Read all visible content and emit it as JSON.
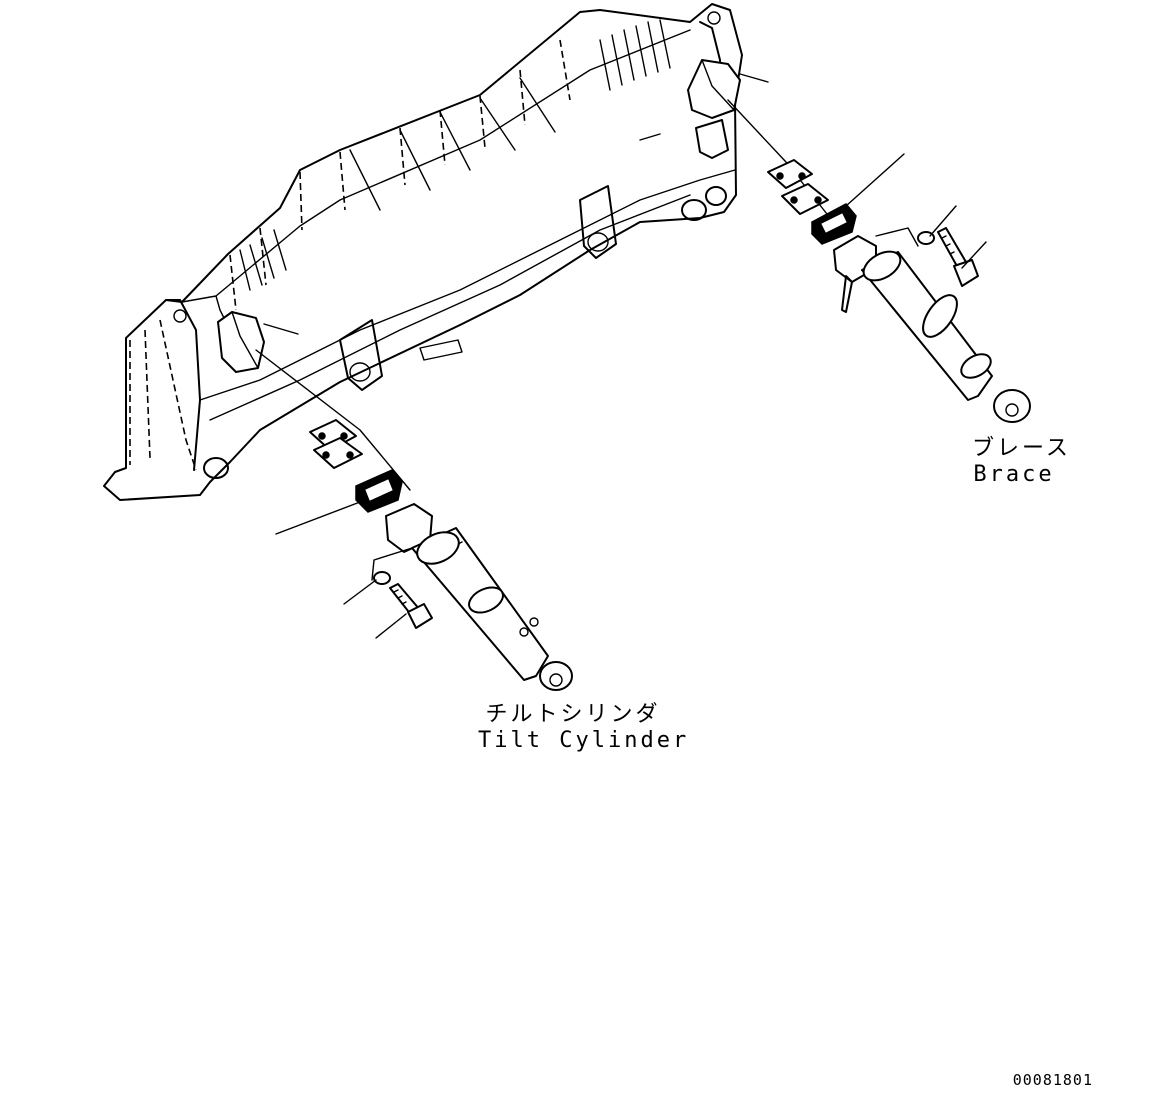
{
  "labels": {
    "brace_jp": "ブレース",
    "brace_en": "Brace",
    "tilt_jp": "チルトシリンダ",
    "tilt_en": "Tilt Cylinder"
  },
  "document_id": "00081801"
}
